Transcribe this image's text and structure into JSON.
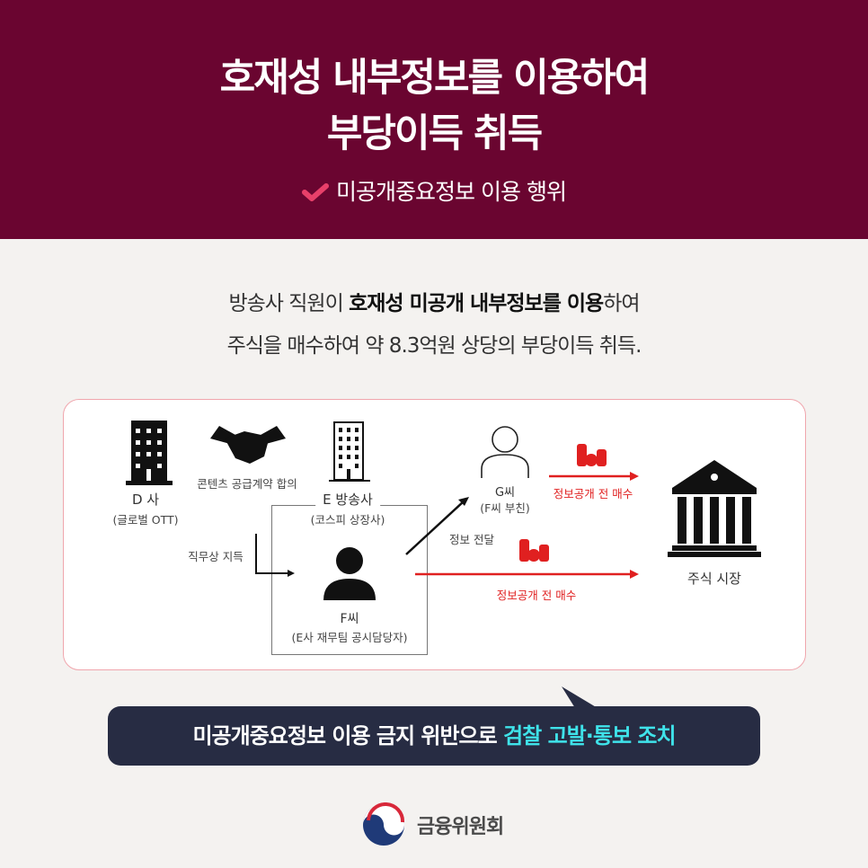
{
  "header": {
    "title_line1": "호재성 내부정보를 이용하여",
    "title_line2": "부당이득 취득",
    "subtitle": "미공개중요정보 이용 행위",
    "check_icon": "check-icon",
    "bg_color": "#6a0530"
  },
  "intro": {
    "line1_pre": "방송사 직원이 ",
    "line1_bold": "호재성 미공개 내부정보를 이용",
    "line1_post": "하여",
    "line2": "주식을 매수하여 약 8.3억원 상당의 부당이득 취득."
  },
  "diagram": {
    "company_d": {
      "name": "D 사",
      "desc": "(글로벌 OTT)"
    },
    "agreement": "콘텐츠 공급계약 합의",
    "company_e": {
      "name": "E 방송사",
      "desc": "(코스피 상장사)"
    },
    "acquired": "직무상 지득",
    "person_f": {
      "name": "F씨",
      "desc": "(E사 재무팀 공시담당자)"
    },
    "transfer": "정보 전달",
    "person_g": {
      "name": "G씨",
      "desc": "(F씨 부친)"
    },
    "buy_top": "정보공개 전 매수",
    "buy_bottom": "정보공개 전 매수",
    "market": "주식 시장"
  },
  "callout": {
    "text": "미공개중요정보 이용 금지 위반으로 ",
    "highlight": "검찰 고발·통보 조치"
  },
  "footer": {
    "org": "금융위원회"
  }
}
